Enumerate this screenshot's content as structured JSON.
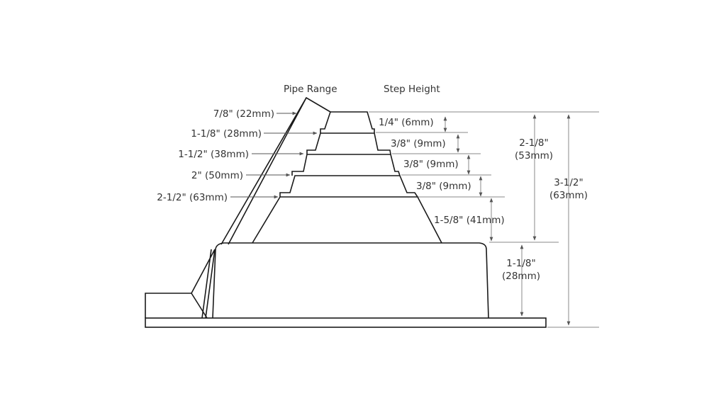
{
  "headings": {
    "pipe_range": "Pipe Range",
    "step_height": "Step Height"
  },
  "pipe_ranges": [
    "7/8\" (22mm)",
    "1-1/8\" (28mm)",
    "1-1/2\" (38mm)",
    "2\" (50mm)",
    "2-1/2\" (63mm)"
  ],
  "step_heights": [
    "1/4\" (6mm)",
    "3/8\" (9mm)",
    "3/8\" (9mm)",
    "3/8\" (9mm)",
    "1-5/8\" (41mm)"
  ],
  "base_height": [
    "1-1/8\"",
    "(28mm)"
  ],
  "cone_height": [
    "2-1/8\"",
    "(53mm)"
  ],
  "total_height": [
    "3-1/2\"",
    "(63mm)"
  ],
  "colors": {
    "line": "#1a1a1a",
    "dimension": "#8a8a8a",
    "text": "#333333"
  }
}
